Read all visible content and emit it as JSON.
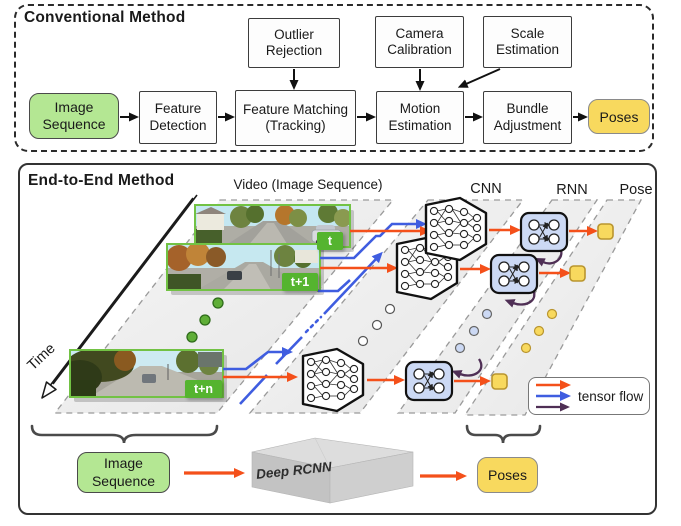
{
  "colors": {
    "tensor_orange": "#f4501a",
    "tensor_blue": "#3f5de0",
    "tensor_purple": "#4f2f55",
    "sequence_green": "#b4e793",
    "pose_yellow": "#f8d95e",
    "frame_tag_green": "#55b42f",
    "rnn_blue": "#ccd9f4"
  },
  "conventional": {
    "title": "Conventional Method",
    "outlier": "Outlier Rejection",
    "camera": "Camera Calibration",
    "scale": "Scale Estimation",
    "image_sequence": "Image Sequence",
    "feature_detection": "Feature Detection",
    "feature_matching": "Feature Matching (Tracking)",
    "motion_estimation": "Motion Estimation",
    "bundle_adjustment": "Bundle Adjustment",
    "poses": "Poses"
  },
  "end_to_end": {
    "title": "End-to-End Method",
    "video_label": "Video (Image Sequence)",
    "cnn_label": "CNN",
    "rnn_label": "RNN",
    "pose_label": "Pose",
    "time_label": "Time",
    "frames": [
      {
        "label": "t"
      },
      {
        "label": "t+1"
      },
      {
        "label": "t+n"
      }
    ],
    "legend_label": "tensor flow",
    "image_sequence": "Image Sequence",
    "deep_rcnn": "Deep RCNN",
    "poses": "Poses"
  }
}
